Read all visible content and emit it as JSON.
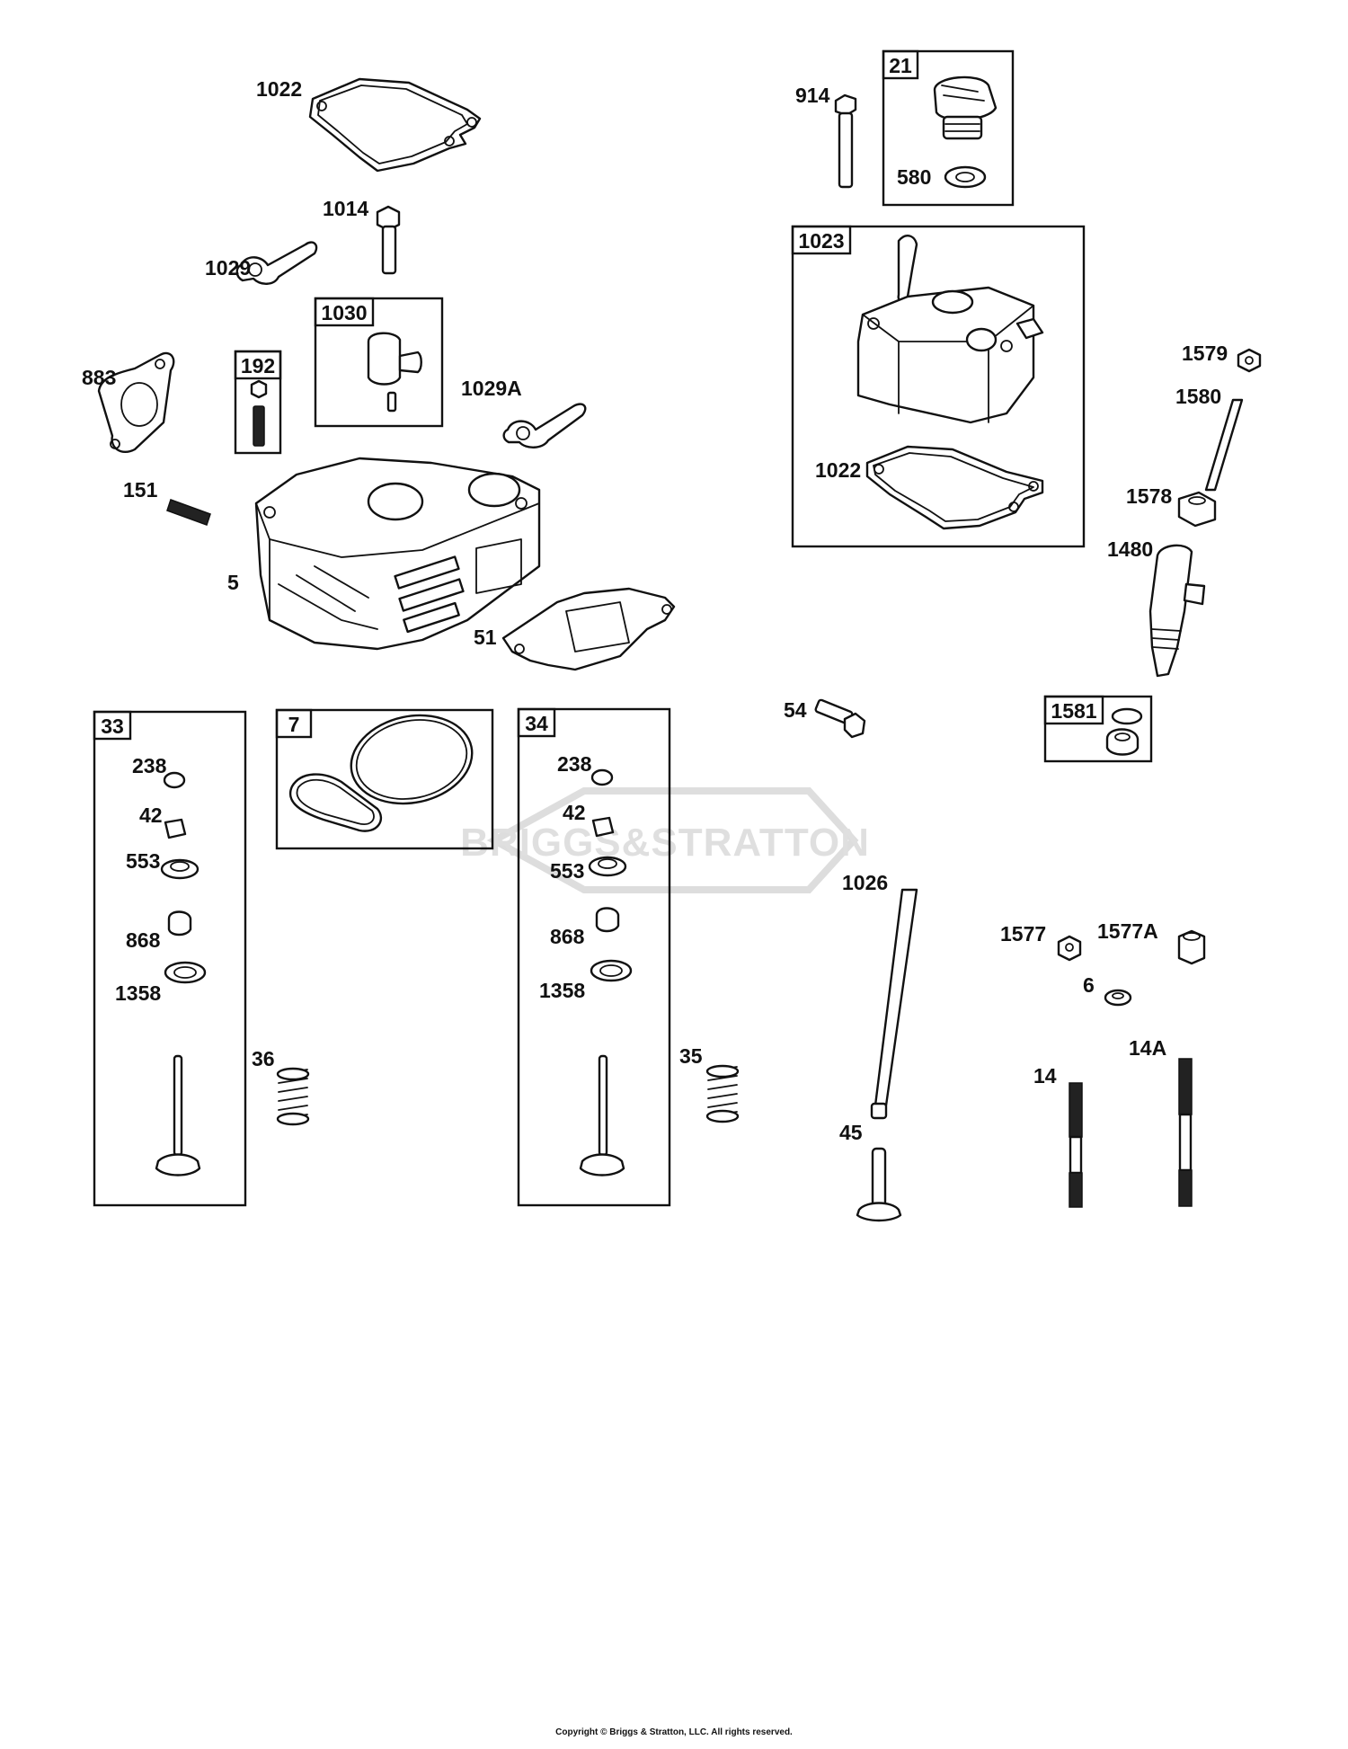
{
  "callouts": [
    {
      "id": "lbl-1022-top",
      "text": "1022"
    },
    {
      "id": "lbl-914",
      "text": "914"
    },
    {
      "id": "lbl-580",
      "text": "580"
    },
    {
      "id": "lbl-1014",
      "text": "1014"
    },
    {
      "id": "lbl-1029",
      "text": "1029"
    },
    {
      "id": "lbl-883",
      "text": "883"
    },
    {
      "id": "lbl-1029a",
      "text": "1029A"
    },
    {
      "id": "lbl-151",
      "text": "151"
    },
    {
      "id": "lbl-5",
      "text": "5"
    },
    {
      "id": "lbl-51",
      "text": "51"
    },
    {
      "id": "lbl-1022-cover",
      "text": "1022"
    },
    {
      "id": "lbl-1579",
      "text": "1579"
    },
    {
      "id": "lbl-1580",
      "text": "1580"
    },
    {
      "id": "lbl-1578",
      "text": "1578"
    },
    {
      "id": "lbl-1480",
      "text": "1480"
    },
    {
      "id": "lbl-54",
      "text": "54"
    },
    {
      "id": "lbl-238-a",
      "text": "238"
    },
    {
      "id": "lbl-42-a",
      "text": "42"
    },
    {
      "id": "lbl-553-a",
      "text": "553"
    },
    {
      "id": "lbl-868-a",
      "text": "868"
    },
    {
      "id": "lbl-1358-a",
      "text": "1358"
    },
    {
      "id": "lbl-36",
      "text": "36"
    },
    {
      "id": "lbl-238-b",
      "text": "238"
    },
    {
      "id": "lbl-42-b",
      "text": "42"
    },
    {
      "id": "lbl-553-b",
      "text": "553"
    },
    {
      "id": "lbl-868-b",
      "text": "868"
    },
    {
      "id": "lbl-1358-b",
      "text": "1358"
    },
    {
      "id": "lbl-35",
      "text": "35"
    },
    {
      "id": "lbl-1026",
      "text": "1026"
    },
    {
      "id": "lbl-45",
      "text": "45"
    },
    {
      "id": "lbl-1577",
      "text": "1577"
    },
    {
      "id": "lbl-1577a",
      "text": "1577A"
    },
    {
      "id": "lbl-6",
      "text": "6"
    },
    {
      "id": "lbl-14a",
      "text": "14A"
    },
    {
      "id": "lbl-14",
      "text": "14"
    }
  ],
  "kit_boxes": [
    {
      "id": "box-21",
      "text": "21"
    },
    {
      "id": "box-1023",
      "text": "1023"
    },
    {
      "id": "box-1030",
      "text": "1030"
    },
    {
      "id": "box-192",
      "text": "192"
    },
    {
      "id": "box-33",
      "text": "33"
    },
    {
      "id": "box-7",
      "text": "7"
    },
    {
      "id": "box-34",
      "text": "34"
    },
    {
      "id": "box-1581",
      "text": "1581"
    }
  ],
  "watermark": "BRIGGS&STRATTON",
  "copyright": "Copyright © Briggs & Stratton, LLC. All rights reserved."
}
